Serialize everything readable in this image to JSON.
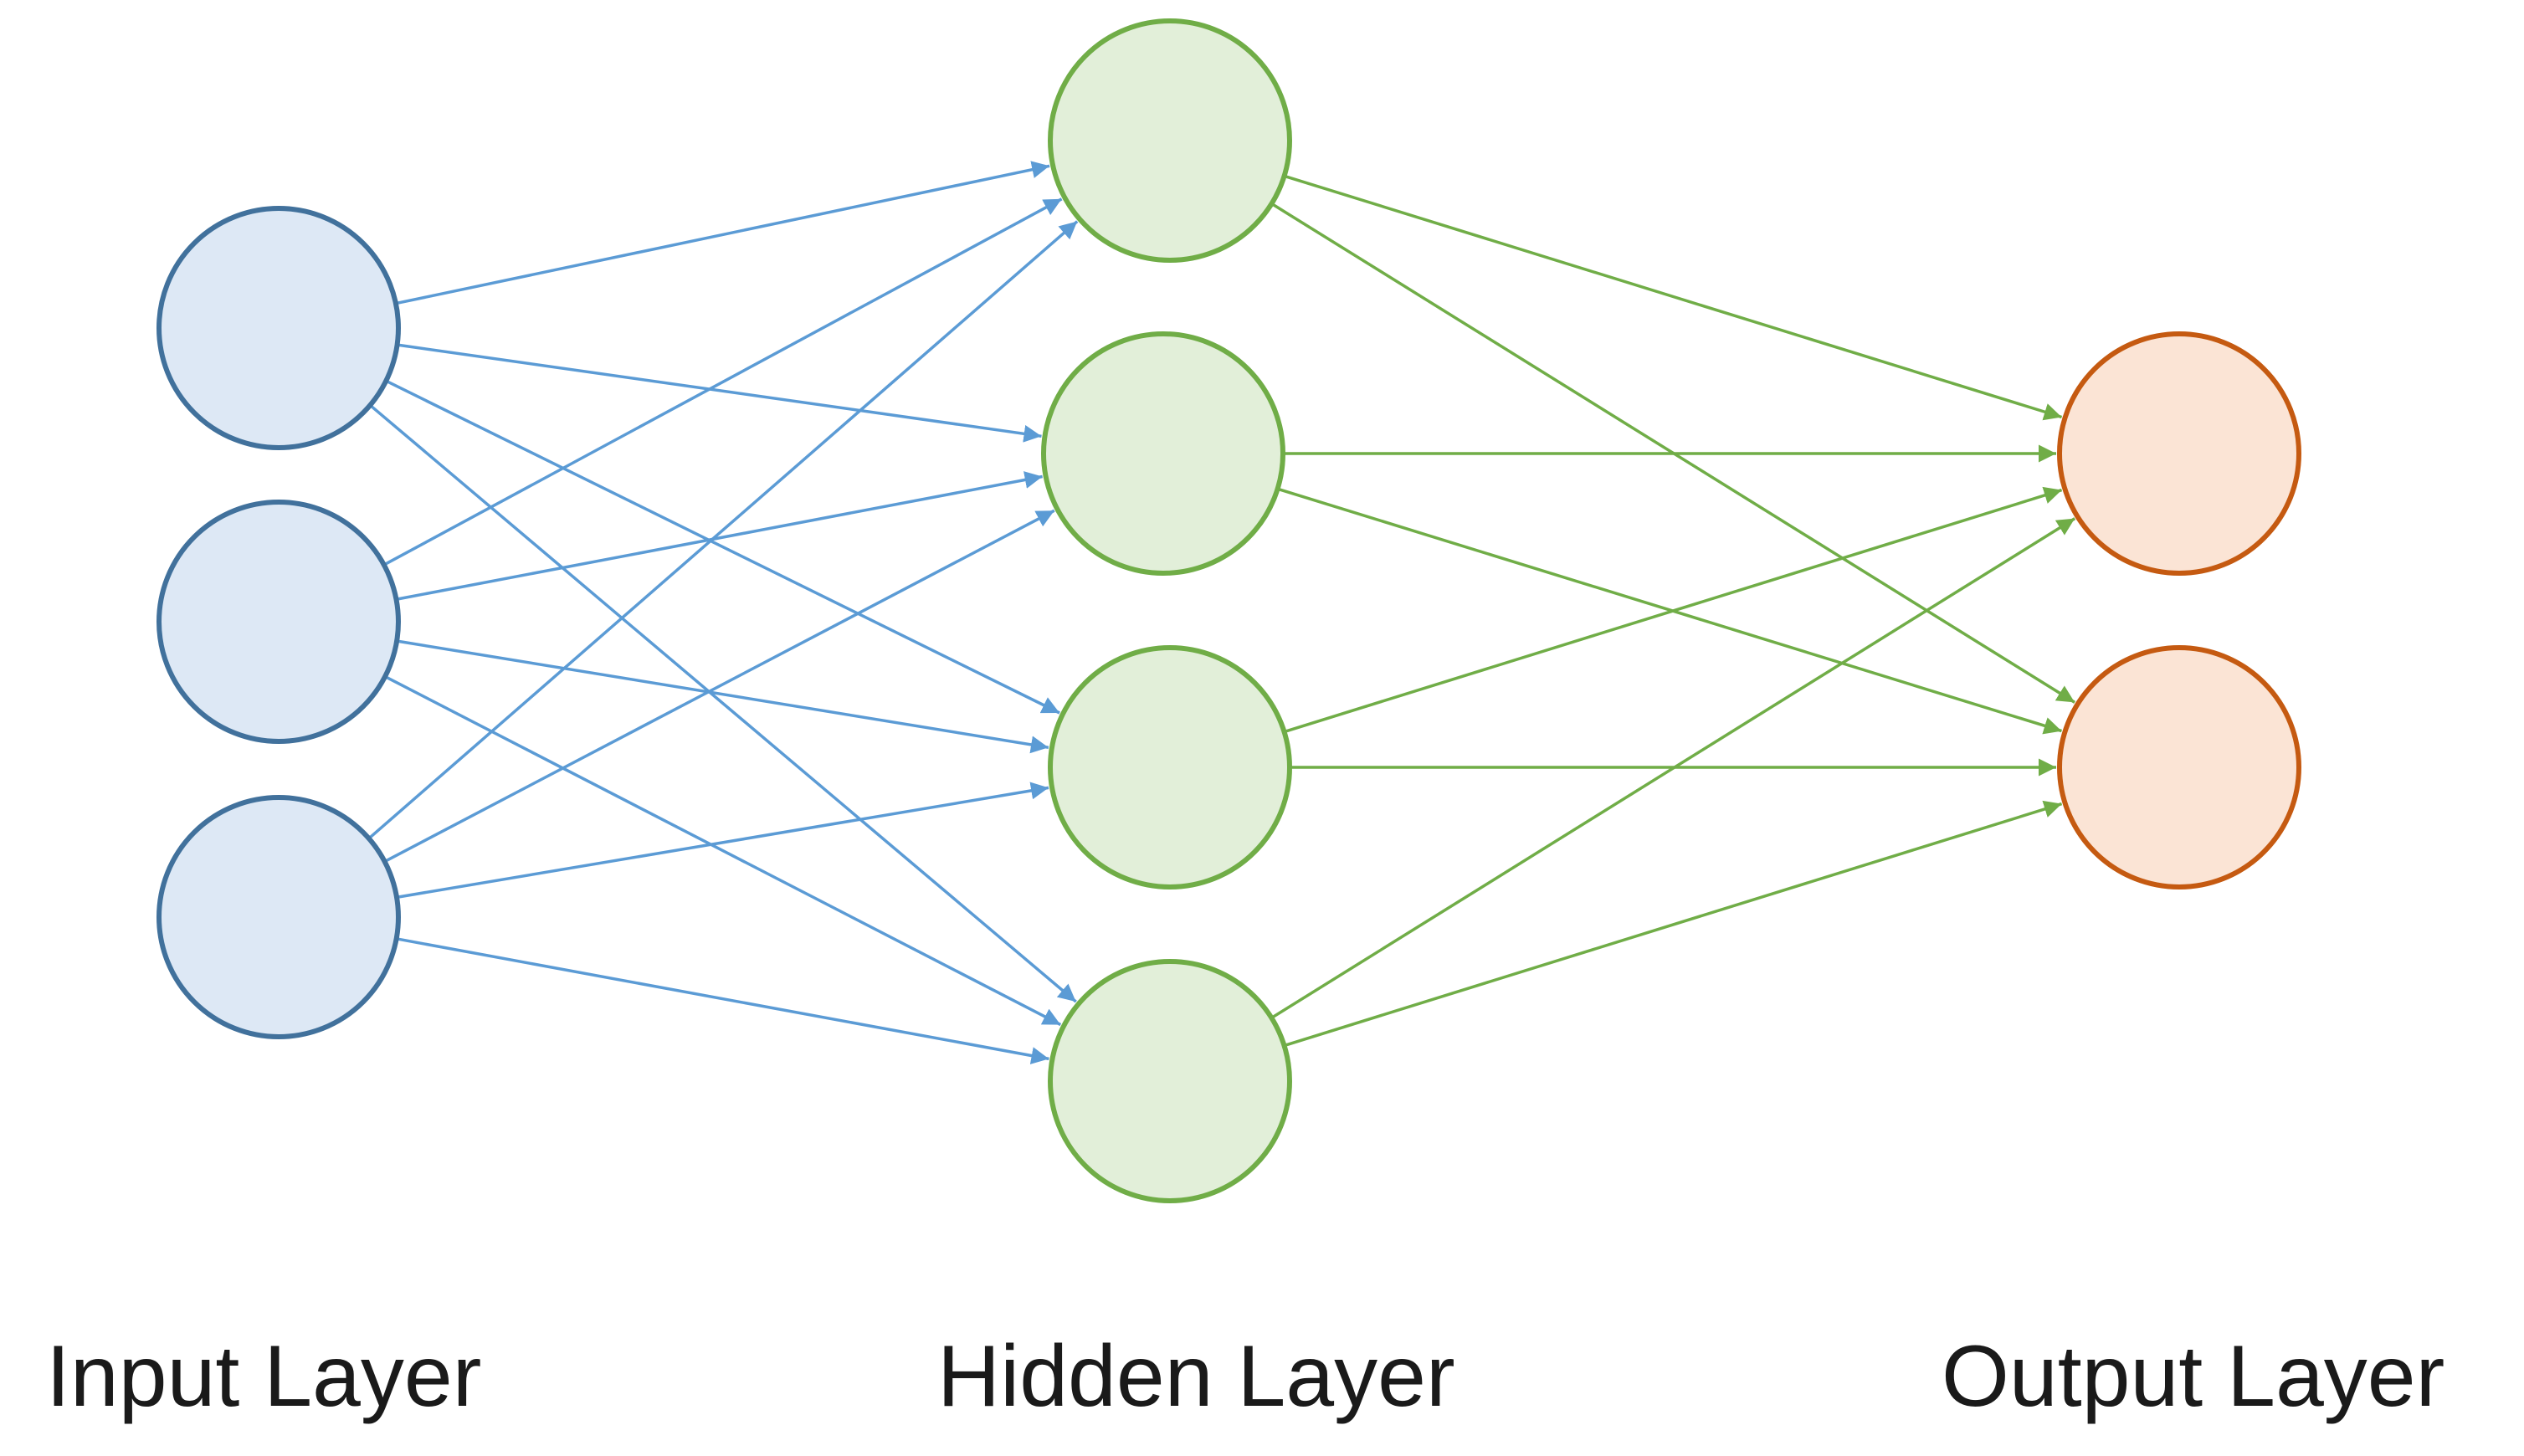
{
  "layers": [
    {
      "id": "input",
      "label": "Input Layer",
      "neuron_count": 3,
      "fill": "#dde8f5",
      "stroke": "#41719c",
      "connection_color": "#5b9bd5"
    },
    {
      "id": "hidden",
      "label": "Hidden Layer",
      "neuron_count": 4,
      "fill": "#e2efd9",
      "stroke": "#70ad47",
      "connection_color": "#70ad47"
    },
    {
      "id": "output",
      "label": "Output Layer",
      "neuron_count": 2,
      "fill": "#fbe4d5",
      "stroke": "#c55a11"
    }
  ],
  "connections": "fully-connected",
  "arrowheads": "at-target"
}
